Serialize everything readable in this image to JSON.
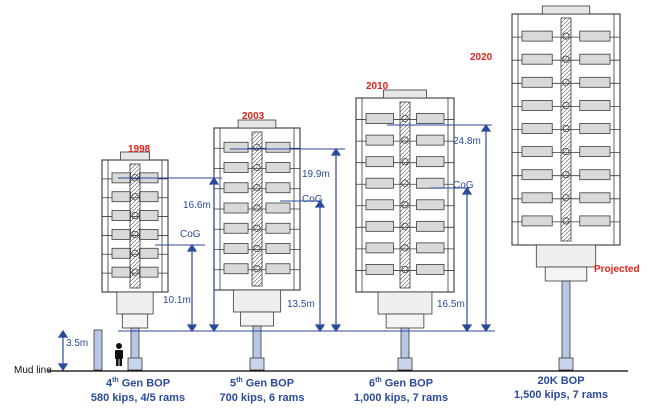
{
  "mud_line_label": "Mud line",
  "bops": [
    {
      "year": "1998",
      "height": "16.6m",
      "cog": "CoG",
      "cog_height": "10.1m",
      "gen": "4",
      "gen_suffix": "th",
      "line1_rest": " Gen BOP",
      "line2": "580 kips, 4/5 rams"
    },
    {
      "year": "2003",
      "height": "19.9m",
      "cog": "CoG",
      "cog_height": "13.5m",
      "gen": "5",
      "gen_suffix": "th",
      "line1_rest": " Gen BOP",
      "line2": "700 kips, 6 rams"
    },
    {
      "year": "2010",
      "height": "24.8m",
      "cog": "CoG",
      "cog_height": "16.5m",
      "gen": "6",
      "gen_suffix": "th",
      "line1_rest": " Gen BOP",
      "line2": "1,000 kips, 7 rams"
    },
    {
      "year": "2020",
      "projected": "Projected",
      "line1": "20K BOP",
      "line2": "1,500 kips, 7 rams"
    }
  ],
  "wellhead_height": "3.5m",
  "colors": {
    "dimension": "#2b4a9b",
    "year": "#e0231a",
    "drawing": "#3a3a3a"
  },
  "icons": [
    "person-icon"
  ]
}
